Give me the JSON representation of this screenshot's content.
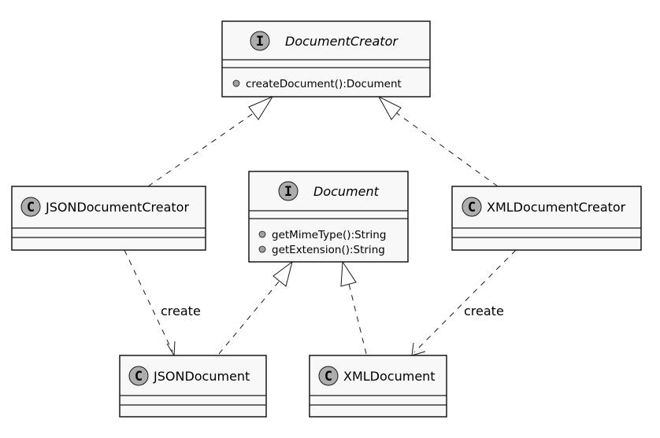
{
  "diagram": {
    "interfaces": {
      "creator": {
        "stereotype": "I",
        "name": "DocumentCreator",
        "methods": [
          "createDocument():Document"
        ]
      },
      "document": {
        "stereotype": "I",
        "name": "Document",
        "methods": [
          "getMimeType():String",
          "getExtension():String"
        ]
      }
    },
    "classes": {
      "json_creator": {
        "stereotype": "C",
        "name": "JSONDocumentCreator"
      },
      "xml_creator": {
        "stereotype": "C",
        "name": "XMLDocumentCreator"
      },
      "json_doc": {
        "stereotype": "C",
        "name": "JSONDocument"
      },
      "xml_doc": {
        "stereotype": "C",
        "name": "XMLDocument"
      }
    },
    "relations": {
      "json_create_label": "create",
      "xml_create_label": "create"
    }
  }
}
